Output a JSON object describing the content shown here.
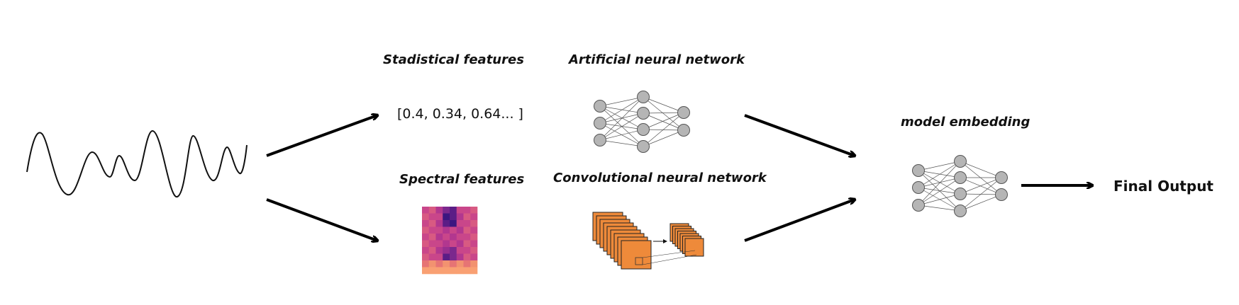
{
  "labels": {
    "statistical": "Stadistical features",
    "spectral": "Spectral features",
    "ann": "Artificial neural network",
    "cnn": "Convolutional neural network",
    "embedding": "model embedding",
    "final": "Final Output"
  },
  "statistical_vector": "[0.4, 0.34, 0.64... ]",
  "icons": {
    "signal": "waveform-icon",
    "spectrogram": "spectrogram-icon",
    "ann": "neural-network-icon",
    "cnn": "cnn-icon",
    "embedding": "neural-network-icon"
  },
  "colors": {
    "node_fill": "#b5b5b5",
    "node_stroke": "#555555",
    "cnn_orange": "#ee8a3a",
    "arrow": "#000000",
    "spectro_dark": "#3c1680",
    "spectro_mid": "#b2378f",
    "spectro_light": "#f9a073"
  }
}
